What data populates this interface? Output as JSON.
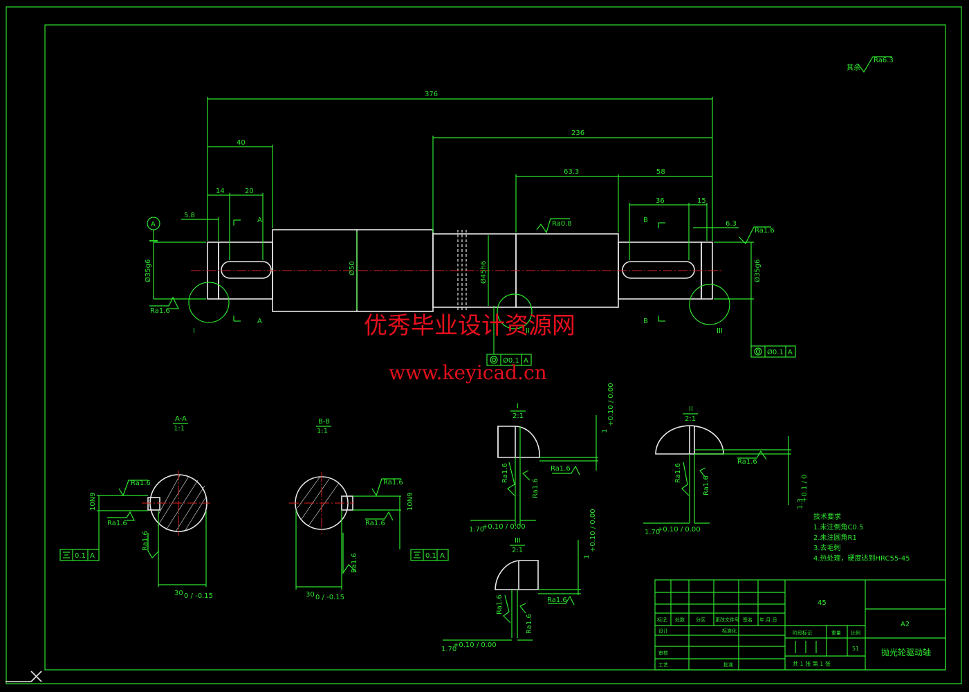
{
  "roughness_default": {
    "prefix": "其余",
    "value": "Ra6.3"
  },
  "dims": {
    "overall": "376",
    "d40": "40",
    "d236": "236",
    "d14": "14",
    "d20": "20",
    "d58_8": "5.8",
    "d63": "63.3",
    "d58": "58",
    "d36": "36",
    "d15": "15",
    "d6_3": "6.3",
    "dia_left": "Ø35g6",
    "dia_mid": "Ø50",
    "dia_45": "Ø45h6",
    "dia_right": "Ø35g6"
  },
  "roughness": {
    "main_top": "Ra0.8",
    "right_top": "Ra1.6",
    "left_bottom": "Ra1.6"
  },
  "datum": {
    "label": "A"
  },
  "tolerances": {
    "coax_mid": "Ø0.1",
    "coax_right": "Ø0.1",
    "ref": "A"
  },
  "section_marks": {
    "a": "A",
    "b": "B",
    "i": "I",
    "ii": "II",
    "iii": "III"
  },
  "views": {
    "aa": {
      "title": "A-A",
      "scale": "1:1",
      "dim_w": "30",
      "dim_tol": "0 / -0.15",
      "dim_h": "10N9",
      "flat": "0.1",
      "ref": "A",
      "ra1": "Ra1.6",
      "ra2": "Ra1.6",
      "ra3": "Ra1.6"
    },
    "bb": {
      "title": "B-B",
      "scale": "1:1",
      "dim_w": "30",
      "dim_tol": "0 / -0.15",
      "dim_h": "10N9",
      "flat": "0.1",
      "ref": "A",
      "ra1": "Ra1.6",
      "ra2": "Ra1.6",
      "ra3": "Ra1.6"
    },
    "d1": {
      "title": "I",
      "scale": "2:1",
      "dim": "1.70",
      "tol": "+0.10 / 0.00",
      "dim_v": "1",
      "tol_v": "+0.10 / 0.00",
      "ra1": "Ra1.6",
      "ra2": "Ra1.6",
      "ra3": "Ra1.6"
    },
    "d2": {
      "title": "II",
      "scale": "2:1",
      "dim": "1.70",
      "tol": "+0.10 / 0.00",
      "dim_v": "1.3",
      "tol_v": "+0.1 / 0",
      "ra1": "Ra1.6",
      "ra2": "Ra1.6",
      "ra3": "Ra1.6"
    },
    "d3": {
      "title": "III",
      "scale": "2:1",
      "dim": "1.70",
      "tol": "+0.10 / 0.00",
      "dim_v": "1",
      "tol_v": "+0.10 / 0.00",
      "ra1": "Ra1.6",
      "ra2": "Ra1.6",
      "ra3": "Ra1.6"
    }
  },
  "tech_req": {
    "title": "技术要求",
    "items": [
      "1.未注倒角C0.5",
      "2.未注圆角R1",
      "3.去毛刺",
      "4.热处理，硬度达到HRC55-45"
    ]
  },
  "title_block": {
    "material": "45",
    "sheet": "A2",
    "part_name": "抛光轮驱动轴",
    "col_mark": "标记",
    "col_count": "处数",
    "col_zone": "分区",
    "col_docno": "更改文件号",
    "col_sign": "签名",
    "col_date": "年.月.日",
    "design": "设计",
    "standard": "标准化",
    "review": "审核",
    "process": "工艺",
    "approve": "批准",
    "stage": "阶段标记",
    "weight": "重量",
    "scale": "比例",
    "scale_val": "51",
    "sheets": "共 1 张 第 1 张"
  },
  "watermark": {
    "cn": "优秀毕业设计资源网",
    "url": "www.keyicad.cn"
  }
}
